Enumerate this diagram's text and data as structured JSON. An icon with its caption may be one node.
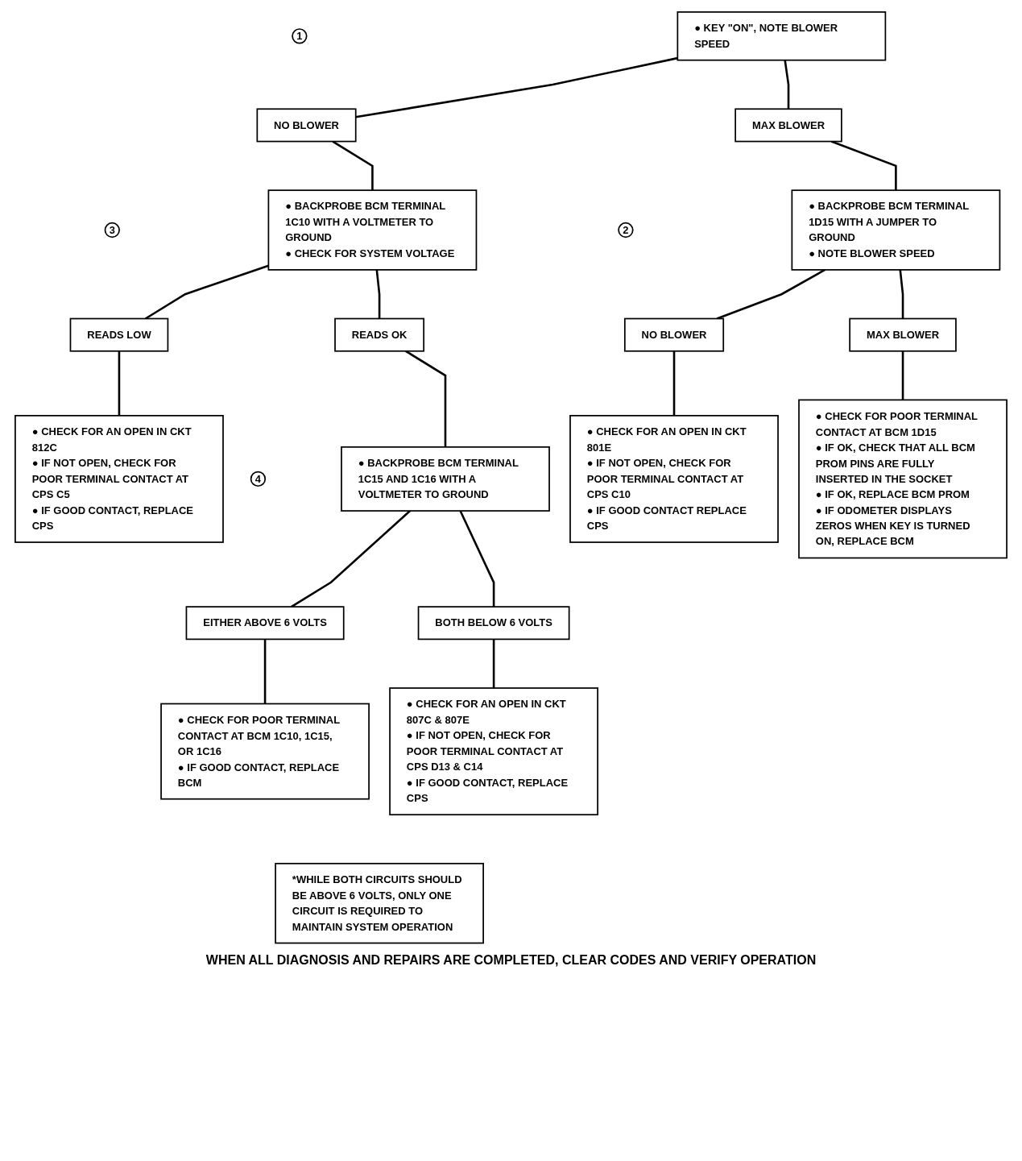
{
  "diagram": {
    "nodes": [
      {
        "text": [
          "1"
        ]
      },
      {
        "text": [
          "● KEY \"ON\", NOTE BLOWER SPEED"
        ]
      },
      {
        "text": [
          "NO BLOWER"
        ]
      },
      {
        "text": [
          "MAX BLOWER"
        ]
      },
      {
        "text": [
          "3"
        ]
      },
      {
        "text": [
          "● BACKPROBE BCM TERMINAL 1C10 WITH A VOLTMETER TO GROUND",
          "● CHECK FOR SYSTEM VOLTAGE"
        ]
      },
      {
        "text": [
          "2"
        ]
      },
      {
        "text": [
          "● BACKPROBE BCM TERMINAL 1D15 WITH A JUMPER TO GROUND",
          "● NOTE BLOWER SPEED"
        ]
      },
      {
        "text": [
          "READS LOW"
        ]
      },
      {
        "text": [
          "READS OK"
        ]
      },
      {
        "text": [
          "NO BLOWER"
        ]
      },
      {
        "text": [
          "MAX BLOWER"
        ]
      },
      {
        "text": [
          "● CHECK FOR AN OPEN IN CKT 812C",
          "● IF NOT OPEN, CHECK FOR POOR TERMINAL CONTACT AT CPS C5",
          "● IF GOOD CONTACT, REPLACE CPS"
        ]
      },
      {
        "text": [
          "● CHECK FOR AN OPEN IN CKT 801E",
          "● IF NOT OPEN, CHECK FOR POOR TERMINAL CONTACT AT CPS C10",
          "● IF GOOD CONTACT REPLACE CPS"
        ]
      },
      {
        "text": [
          "4"
        ]
      },
      {
        "text": [
          "● BACKPROBE BCM TERMINAL 1C15 AND 1C16 WITH A VOLTMETER TO GROUND"
        ]
      },
      {
        "text": [
          "● CHECK FOR POOR TERMINAL CONTACT AT BCM 1D15",
          "● IF OK, CHECK THAT ALL BCM PROM PINS ARE FULLY INSERTED IN THE SOCKET",
          "● IF OK, REPLACE BCM PROM",
          "● IF ODOMETER DISPLAYS ZEROS WHEN KEY IS TURNED ON, REPLACE BCM"
        ]
      },
      {
        "text": [
          "EITHER ABOVE 6 VOLTS"
        ]
      },
      {
        "text": [
          "BOTH BELOW 6 VOLTS"
        ]
      },
      {
        "text": [
          "● CHECK FOR POOR TERMINAL CONTACT AT BCM 1C10, 1C15, OR 1C16",
          "● IF GOOD CONTACT, REPLACE BCM"
        ]
      },
      {
        "text": [
          "● CHECK FOR AN OPEN IN CKT 807C & 807E",
          "● IF NOT OPEN, CHECK FOR POOR TERMINAL CONTACT AT CPS D13 & C14",
          "● IF GOOD CONTACT, REPLACE CPS"
        ]
      },
      {
        "text": [
          "*WHILE BOTH CIRCUITS SHOULD BE ABOVE 6 VOLTS, ONLY ONE CIRCUIT IS REQUIRED TO MAINTAIN SYSTEM OPERATION"
        ]
      }
    ],
    "edges": [
      {
        "from": 1,
        "to": 2,
        "arrow": "none"
      },
      {
        "from": 1,
        "to": 3,
        "arrow": "none"
      },
      {
        "from": 2,
        "to": 5,
        "arrow": "none"
      },
      {
        "from": 3,
        "to": 7,
        "arrow": "none"
      },
      {
        "from": 5,
        "to": 8,
        "arrow": "none"
      },
      {
        "from": 5,
        "to": 9,
        "arrow": "none"
      },
      {
        "from": 7,
        "to": 10,
        "arrow": "none"
      },
      {
        "from": 7,
        "to": 11,
        "arrow": "none"
      },
      {
        "from": 8,
        "to": 12,
        "arrow": "none"
      },
      {
        "from": 10,
        "to": 13,
        "arrow": "none"
      },
      {
        "from": 9,
        "to": 15,
        "arrow": "none"
      },
      {
        "from": 11,
        "to": 16,
        "arrow": "none"
      },
      {
        "from": 15,
        "to": 17,
        "arrow": "none"
      },
      {
        "from": 15,
        "to": 18,
        "arrow": "none"
      },
      {
        "from": 17,
        "to": 19,
        "arrow": "none"
      },
      {
        "from": 18,
        "to": 20,
        "arrow": "none"
      }
    ],
    "labels": [
      "WHEN ALL DIAGNOSIS AND REPAIRS ARE COMPLETED, CLEAR CODES AND VERIFY OPERATION"
    ]
  }
}
